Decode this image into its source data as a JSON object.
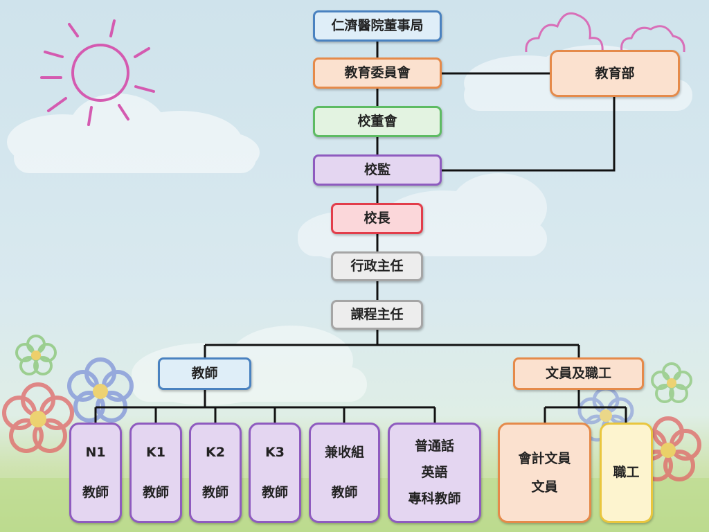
{
  "org": {
    "board": "仁濟醫院董事局",
    "edu_committee": "教育委員會",
    "edu_dept": "教育部",
    "school_board": "校董會",
    "supervisor": "校監",
    "principal": "校長",
    "admin_head": "行政主任",
    "curriculum_head": "課程主任",
    "teachers": "教師",
    "clerical_staff": "文員及職工",
    "teacher_groups": [
      {
        "line1": "N1",
        "line2": "教師"
      },
      {
        "line1": "K1",
        "line2": "教師"
      },
      {
        "line1": "K2",
        "line2": "教師"
      },
      {
        "line1": "K3",
        "line2": "教師"
      },
      {
        "line1": "兼收組",
        "line2": "教師"
      },
      {
        "line1": "普通話",
        "line2": "英語",
        "line3": "專科教師"
      }
    ],
    "staff_groups": [
      {
        "line1": "會計文員",
        "line2": "文員"
      },
      {
        "line1": "職工"
      }
    ]
  },
  "colors": {
    "sun": "#d45ab0",
    "connector": "#111111"
  }
}
